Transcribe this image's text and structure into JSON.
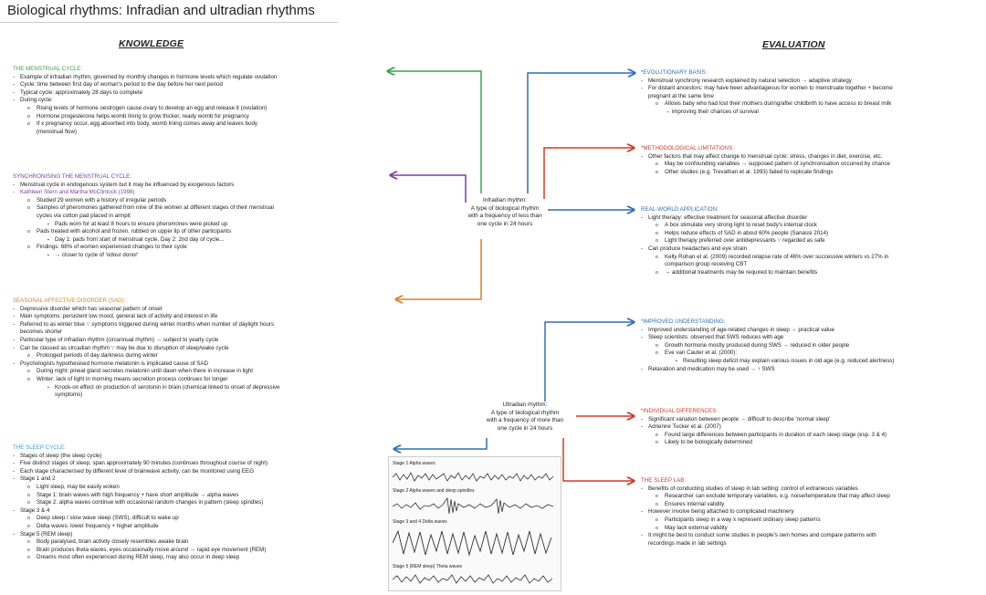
{
  "title": "Biological rhythms: Infradian and ultradian rhythms",
  "headings": {
    "knowledge": "KNOWLEDGE",
    "evaluation": "EVALUATION"
  },
  "center": {
    "infradian": [
      "Infradian rhythm:",
      "A type of biological rhythm",
      "with a frequency of less than",
      "one cycle in 24 hours"
    ],
    "ultradian": [
      "Ultradian rhythm:",
      "A type of biological rhythm",
      "with a frequency of more than",
      "one cycle in 24 hours"
    ]
  },
  "colors": {
    "green": "#3aa14a",
    "purple": "#7a3fa8",
    "orange": "#d9822b",
    "blue": "#2f6fb5",
    "red": "#d23a2a"
  },
  "menstrual": {
    "title": "THE MENSTRUAL CYCLE:",
    "l1": "Example of infradian rhythm, governed by monthly changes in hormone levels which regulate ovulation",
    "l2": "Cycle: time between first day of woman's period to the day before her next period",
    "l3": "Typical cycle: approximately 28 days to complete",
    "l4": "During cycle:",
    "l5": "Rising levels of hormone oestrogen cause ovary to develop an egg and release it (ovulation)",
    "l6": "Hormone progesterone helps womb lining to grow thicker, ready womb for pregnancy",
    "l7": "If x pregnancy occur, egg absorbed into body, womb lining comes away and leaves body",
    "l8": "(menstrual flow)"
  },
  "sync": {
    "title": "SYNCHRONISING THE MENSTRUAL CYCLE:",
    "l1": "Menstrual cycle in endogenous system but it may be influenced by exogenous factors",
    "l2": "Kathleen Stern and Martha McClintock (1998)",
    "l3": "Studied 29 women with a history of irregular periods",
    "l4": "Samples of pheromones gathered from nine of the women at different stages of their menstrual",
    "l5": "cycles via cotton pad placed in armpit",
    "l6": "Pads worn for at least 8 hours to ensure pheromones were picked up",
    "l7": "Pads treated with alcohol and frozen, rubbed on upper lip of other participants",
    "l8": "Day 1: pads from start of menstrual cycle, Day 2: 2nd day of cycle...",
    "l9": "Findings: 68% of women experienced changes to their cycle",
    "l10": "→ closer to cycle of 'odour donor'"
  },
  "sad": {
    "title": "SEASONAL AFFECTIVE DISORDER (SAD):",
    "l1": "Depressive disorder which has seasonal pattern of onset",
    "l2": "Main symptoms: persistent low mood, general lack of activity and interest in life",
    "l3": "Referred to as winter blue ∵ symptoms triggered during winter months when number of daylight hours",
    "l4": "becomes shorter",
    "l5": "Particular type of infradian rhythm (circannual rhythm) → subject to yearly cycle",
    "l6": "Can be classed as circadian rhythm ∵ may be due to disruption of sleep/wake cycle",
    "l7": "Prolonged periods of day darkness during winter",
    "l8": "Psychologists hypothesised hormone melatonin is implicated cause of SAD",
    "l9": "During night: pineal gland secretes melatonin until dawn when there in increase in light",
    "l10": "Winter: lack of light in morning means secretion process continues for longer",
    "l11": "Knock-on effect on production of serotonin in brain (chemical linked to onset of depressive",
    "l12": "symptoms)"
  },
  "sleep": {
    "title": "THE SLEEP CYCLE:",
    "l1": "Stages of sleep (the sleep cycle)",
    "l2": "Five distinct stages of sleep, span approximately 90 minutes (continues throughout course of night)",
    "l3": "Each stage characterised by different level of brainwave activity, can be monitored using EEG",
    "l4": "Stage 1 and 2",
    "l5": "Light sleep, may be easily woken",
    "l6": "Stage 1: brain waves with high frequency + have short amplitude → alpha waves",
    "l7": "Stage 2: alpha waves continue with occasional random changes in pattern (sleep spindles)",
    "l8": "Stage 3 & 4",
    "l9": "Deep sleep / slow wave sleep (SWS), difficult to wake up",
    "l10": "Delta waves: lower frequency + higher amplitude",
    "l11": "Stage 5 (REM sleep)",
    "l12": "Body paralysed, brain activity closely resembles awake brain",
    "l13": "Brain produces theta waves, eyes occasionally move around → rapid eye movement (REM)",
    "l14": "Dreams most often experienced during REM sleep, may also occur in deep sleep"
  },
  "evo": {
    "title": "*EVOLUTIONARY BASIS:",
    "l1": "Menstrual synchrony research explained by natural selection → adaptive strategy",
    "l2": "For distant ancestors: may have been advantageous for women to menstruate together + become",
    "l3": "pregnant at the same time",
    "l4": "Allows baby who had lost their mothers during/after childbirth to have access to breast milk",
    "l5": "→ improving their chances of survival"
  },
  "meth": {
    "title": "*METHODOLOGICAL LIMITATIONS:",
    "l1": "Other factors that may affect change to menstrual cycle: stress, changes in diet, exercise, etc.",
    "l2": "May be confounding variables → supposed pattern of synchronisation occurred by chance",
    "l3": "Other studies (e.g. Trevathan et al. 1993) failed to replicate findings"
  },
  "real": {
    "title": "REAL-WORLD APPLICATION:",
    "l1": "Light therapy: effective treatment for seasonal affective disorder",
    "l2": "A box stimulate very strong light to reset body's internal clock",
    "l3": "Helps reduce effects of SAD in about 60% people (Sanassi 2014)",
    "l4": "Light therapy preferred over antidepressants ∵ regarded as safe",
    "l5": "Can produce headaches and eye strain",
    "l6": "Kelly Rohan et al. (2009) recorded relapse rate of 46% over successive winters vs 27% in",
    "l7": "comparison group receiving CBT",
    "l8": "→ additional treatments may be required to maintain benefits"
  },
  "improved": {
    "title": "*IMPROVED UNDERSTANDING:",
    "l1": "Improved understanding of age-related changes in sleep → practical value",
    "l2": "Sleep scientists: observed that SWS reduces with age",
    "l3": "Growth hormone mostly produced during SWS → reduced in older people",
    "l4": "Eve van Cauter et al. (2000):",
    "l5": "Resulting sleep deficit may explain various issues in old age (e.g. reduced alertness)",
    "l6": "Relaxation and medication may be used → ↑ SWS"
  },
  "indiv": {
    "title": "*INDIVIDUAL DIFFERENCES:",
    "l1": "Significant variation between people → difficult to describe 'normal sleep'",
    "l2": "Adrienne Tucker et al. (2007)",
    "l3": "Found large differences between participants in duration of each sleep stage (esp. 3 & 4)",
    "l4": "Likely to be biologically determined"
  },
  "lab": {
    "title": "THE SLEEP LAB:",
    "l1": "Benefits of conducting studies of sleep in lab setting: control of extraneous variables",
    "l2": "Researcher can exclude temporary variables, e.g. noise/temperature that may affect sleep",
    "l3": "Ensures internal validity",
    "l4": "However involve being attached to complicated machinery",
    "l5": "Participants sleep in a way x represent ordinary sleep patterns",
    "l6": "May lack external validity",
    "l7": "It might be best to conduct some studies in people's own homes and compare patterns with",
    "l8": "recordings made in lab settings"
  },
  "waves": {
    "s1": "Stage 1  Alpha waves",
    "s2": "Stage 2  Alpha waves and sleep spindles",
    "s3": "Stage 3 and 4  Delta waves",
    "s5": "Stage 5  (REM sleep) Theta waves"
  }
}
